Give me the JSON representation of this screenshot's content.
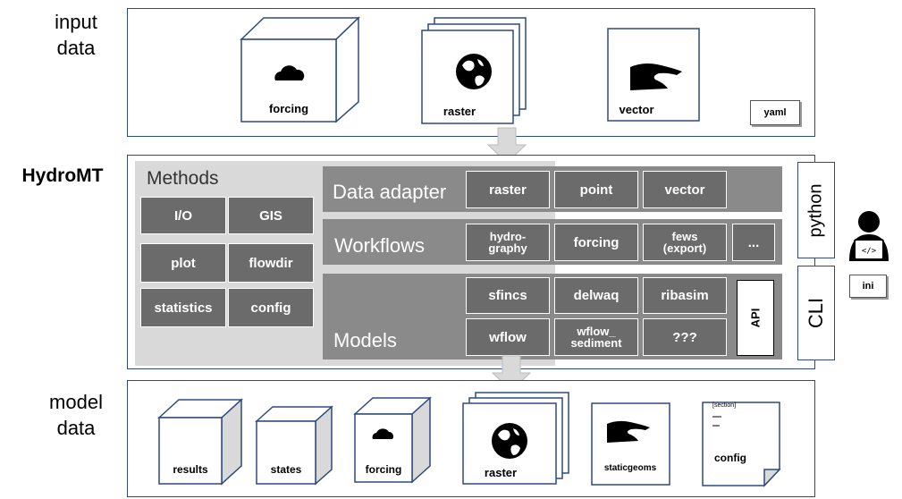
{
  "labels": {
    "input_data": "input\ndata",
    "hydromt": "HydroMT",
    "model_data": "model\ndata"
  },
  "input_panel": {
    "forcing": "forcing",
    "raster": "raster",
    "vector": "vector",
    "yaml": "yaml"
  },
  "methods": {
    "title": "Methods",
    "items": [
      "I/O",
      "GIS",
      "plot",
      "flowdir",
      "statistics",
      "config"
    ]
  },
  "data_adapter": {
    "title": "Data adapter",
    "items": [
      "raster",
      "point",
      "vector"
    ]
  },
  "workflows": {
    "title": "Workflows",
    "items": [
      "hydro-\ngraphy",
      "forcing",
      "fews\n(export)",
      "..."
    ]
  },
  "models": {
    "title": "Models",
    "items": [
      "sfincs",
      "delwaq",
      "ribasim",
      "wflow",
      "wflow_\nsediment",
      "???"
    ],
    "api": "API"
  },
  "interfaces": {
    "python": "python",
    "cli": "CLI",
    "ini": "ini"
  },
  "model_panel": {
    "results": "results",
    "states": "states",
    "forcing": "forcing",
    "raster": "raster",
    "staticgeoms": "staticgeoms",
    "config": "config",
    "config_section": "[section]"
  },
  "colors": {
    "border": "#2e4a7d",
    "button": "#6b6b6b",
    "band": "#8a8a8a",
    "methods_bg": "#d9d9d9"
  }
}
